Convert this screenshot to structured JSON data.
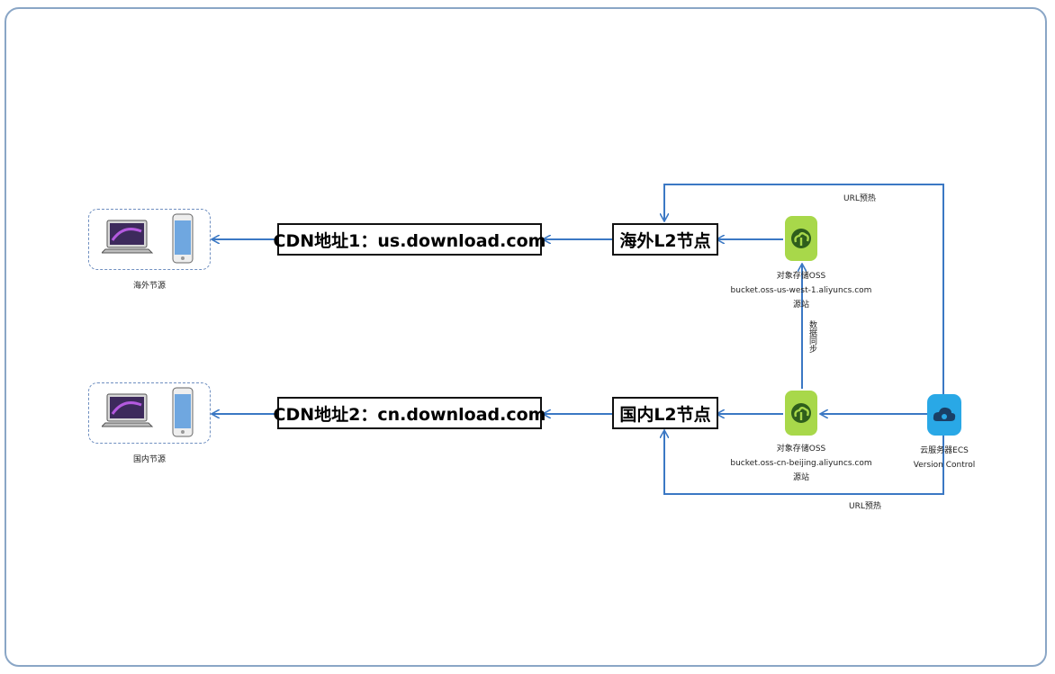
{
  "overseas_devices": {
    "caption": "海外节源"
  },
  "domestic_devices": {
    "caption": "国内节源"
  },
  "cdn1": {
    "label": "CDN地址1：us.download.com"
  },
  "cdn2": {
    "label": "CDN地址2：cn.download.com"
  },
  "node_overseas": {
    "label": "海外L2节点"
  },
  "node_domestic": {
    "label": "国内L2节点"
  },
  "oss_us": {
    "title": "对象存储OSS",
    "bucket": "bucket.oss-us-west-1.aliyuncs.com",
    "role": "源站"
  },
  "oss_cn": {
    "title": "对象存储OSS",
    "bucket": "bucket.oss-cn-beijing.aliyuncs.com",
    "role": "源站"
  },
  "ecs": {
    "title": "云服务器ECS",
    "subtitle": "Version Control"
  },
  "edges": {
    "url_push_top": "URL预热",
    "url_push_bottom": "URL预热",
    "sync": "数据同步"
  },
  "colors": {
    "arrow": "#3b78c4",
    "frame": "#8aa6c6",
    "oss": "#a8d84a",
    "ecs": "#29a8e6"
  }
}
